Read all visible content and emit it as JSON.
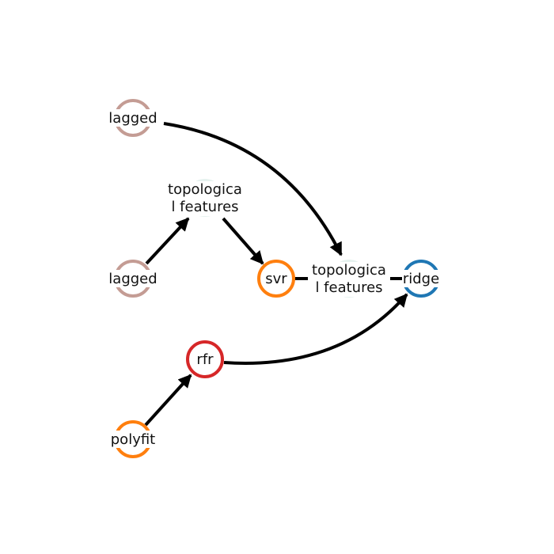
{
  "nodes": {
    "lagged_top": {
      "lines": [
        "lagged"
      ],
      "color": "#c49c94"
    },
    "lagged_mid": {
      "lines": [
        "lagged"
      ],
      "color": "#c49c94"
    },
    "topo_left": {
      "lines": [
        "topologica",
        "l features"
      ],
      "color": "#e6f2ef"
    },
    "svr": {
      "lines": [
        "svr"
      ],
      "color": "#ff7f0e"
    },
    "topo_right": {
      "lines": [
        "topologica",
        "l features"
      ],
      "color": "#e6f2ef"
    },
    "ridge": {
      "lines": [
        "ridge"
      ],
      "color": "#1f77b4"
    },
    "rfr": {
      "lines": [
        "rfr"
      ],
      "color": "#d62728"
    },
    "polyfit": {
      "lines": [
        "polyfit"
      ],
      "color": "#ff7f0e"
    }
  },
  "edges": [
    {
      "from": "lagged_top",
      "to": "topo_right",
      "arrow": true
    },
    {
      "from": "lagged_mid",
      "to": "topo_left",
      "arrow": true
    },
    {
      "from": "topo_left",
      "to": "svr",
      "arrow": true
    },
    {
      "from": "svr",
      "to": "topo_right",
      "arrow": false
    },
    {
      "from": "topo_right",
      "to": "ridge",
      "arrow": false
    },
    {
      "from": "rfr",
      "to": "ridge",
      "arrow": true
    },
    {
      "from": "polyfit",
      "to": "rfr",
      "arrow": true
    }
  ]
}
